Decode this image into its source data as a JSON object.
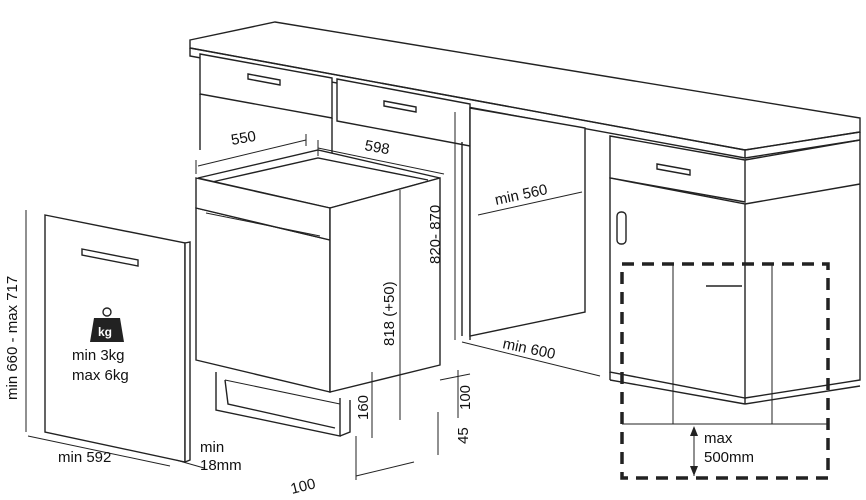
{
  "dimensions": {
    "cab_depth": "550",
    "cab_width": "598",
    "worktop_height": "820- 870",
    "niche_width": "min 560",
    "niche_depth": "min 600",
    "appliance_height": "818 (+50)",
    "plinth_160": "160",
    "plinth_100_v": "100",
    "plinth_45": "45",
    "plinth_100_h": "100",
    "panel_height": "min 660 - max 717",
    "panel_width": "min 592",
    "panel_thickness_1": "min",
    "panel_thickness_2": "18mm",
    "weight_min": "min  3kg",
    "weight_max": "max 6kg",
    "weight_icon_label": "kg",
    "gap_max_1": "max",
    "gap_max_2": "500mm"
  }
}
